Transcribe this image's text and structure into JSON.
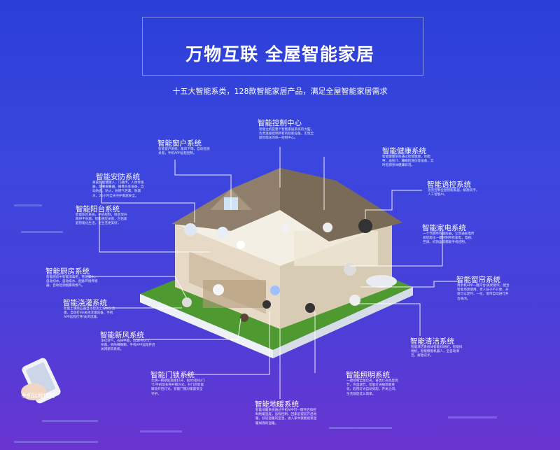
{
  "header": {
    "title": "万物互联 全屋智能家居",
    "subtitle": "十五大智能系类，128款智能家居产品，满足全屋智能家居需求"
  },
  "systems": [
    {
      "name": "智能控制中心",
      "desc": "智能主机是整个智能家居系统的大脑，负责连接控制所有的智能设备，实现全屋智能化的统一控制中心。"
    },
    {
      "name": "智能窗户系统",
      "desc": "智能窗户系统，能风下雨，自动检测关窗，手机APP远程控制。"
    },
    {
      "name": "智能健康系统",
      "desc": "智能健康系统通过智能健康，体脂秤、血压计、睡眠检测仪等设备，实时检测身体健康状况。"
    },
    {
      "name": "智能安防系统",
      "desc": "离家智能健康人，门磁传，人体传感器，烟雾报警器，摄像头等设备，自动防盗，防火，防燃气泄漏，防漏水，24小时全天守护家庭安全。"
    },
    {
      "name": "智能语控系统",
      "desc": "语音控制全屋智能家居，解放双手，人工智能AI。"
    },
    {
      "name": "智能阳台系统",
      "desc": "智能阳台系统，手机控制，晾衣架升降烘干杀菌，智能感应关窗，包括家庭智能化生活，让生活更美好。"
    },
    {
      "name": "智能家电系统",
      "desc": "一个代替所有遥控器，让普通家电传统智能化一键控制所有家电，电视、空调、机顶盒等都能手机控制。"
    },
    {
      "name": "智能厨房系统",
      "desc": "智能厨房中智能消毒柜，管道漏水，自动切水，自动排水，配备环境传感器，自动检测烟雾和燃气。"
    },
    {
      "name": "智能窗帘系统",
      "desc": "用手机APP一键开合/关闭窗帘，配合智能场景使用，老人孩子不方便，开窗可以定时，一拉，窗帘自动进行开合关闭。"
    },
    {
      "name": "智能浇灌系统",
      "desc": "智能土壤感应器自动检测土壤水分含量，自动打开/关闭浇灌设备，手机APP远程打开/关闭浇灌。"
    },
    {
      "name": "智能清洁系统",
      "desc": "智能清洁系统体智能扫地机，智能扫地机，智能擦窗机器人，全自动清洁，解放双手。"
    },
    {
      "name": "智能新风系统",
      "desc": "净化空气，去除甲醛，过滤PM2.5，杀菌，去除细微颗，手机APP远程开启关闭新风系统。"
    },
    {
      "name": "智能照明系统",
      "desc": "一键控制全屋灯光，各类灯光亮度调节，色温调节，智能灯光随场景变化，起夜灯光自动亮起，开关之间，生活就是这么简单。"
    },
    {
      "name": "智能门锁系统",
      "desc": "无钥一把钥匙就能打开，指纹/密码/门卡/手机等多种开锁方式，开门后智能联动开启灯光，智能门锁对家庭安全守护。"
    },
    {
      "name": "智能地暖系统",
      "desc": "智能地暖系统通过手机APP可一键开启和控制地暖温度，远程控制，回家前提前开启地暖，舒适温暖的室温，进入家中就能感受温暖如春的温暖。"
    }
  ],
  "phone": {
    "caption": "手机远程控制"
  },
  "colors": {
    "background_top": "#2a3fd6",
    "background_bottom": "#6a34d0",
    "line": "#ffffff",
    "roof": "#8a7a68",
    "lawn": "#5fae3a"
  }
}
